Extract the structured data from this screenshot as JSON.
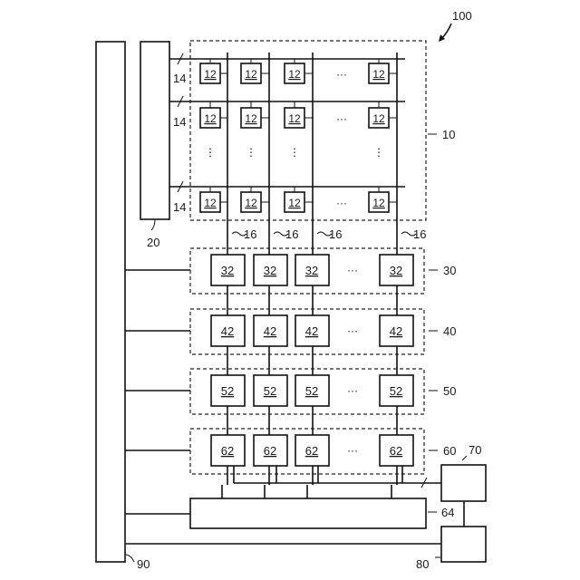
{
  "ref_numbers": {
    "device": "100",
    "pixel_array": "10",
    "row_driver": "20",
    "row_line": "14",
    "column_line": "16",
    "stage_30": "30",
    "stage_40": "40",
    "stage_50": "50",
    "stage_60": "60",
    "bus_64": "64",
    "block_70": "70",
    "block_80": "80",
    "controller": "90"
  },
  "cells": {
    "pixel": "12",
    "stage_30": "32",
    "stage_40": "42",
    "stage_50": "52",
    "stage_60": "62"
  },
  "ellipsis_h": "···",
  "ellipsis_v": "⋮"
}
